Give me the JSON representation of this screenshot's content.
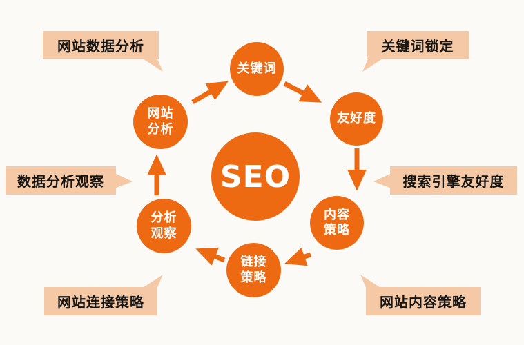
{
  "center": {
    "label": "SEO"
  },
  "nodes": {
    "keywords": {
      "label": "关键词"
    },
    "friendliness": {
      "label": "友好度"
    },
    "content_strategy": {
      "label": "内容\n策略"
    },
    "link_strategy": {
      "label": "链接\n策略"
    },
    "analysis_observation": {
      "label": "分析\n观察"
    },
    "site_analysis": {
      "label": "网站\n分析"
    }
  },
  "callouts": {
    "site_data_analysis": {
      "label": "网站数据分析"
    },
    "keyword_targeting": {
      "label": "关键词锁定"
    },
    "data_analysis_observation": {
      "label": "数据分析观察"
    },
    "search_engine_friendliness": {
      "label": "搜索引擎友好度"
    },
    "site_link_strategy": {
      "label": "网站连接策略"
    },
    "site_content_strategy": {
      "label": "网站内容策略"
    }
  },
  "colors": {
    "node": "#ee6a12",
    "node_text": "#ffffff",
    "arrow": "#ee6a12",
    "callout_bg": "#f5c9a5",
    "callout_text": "#151515",
    "background": "#fcfaf6"
  }
}
